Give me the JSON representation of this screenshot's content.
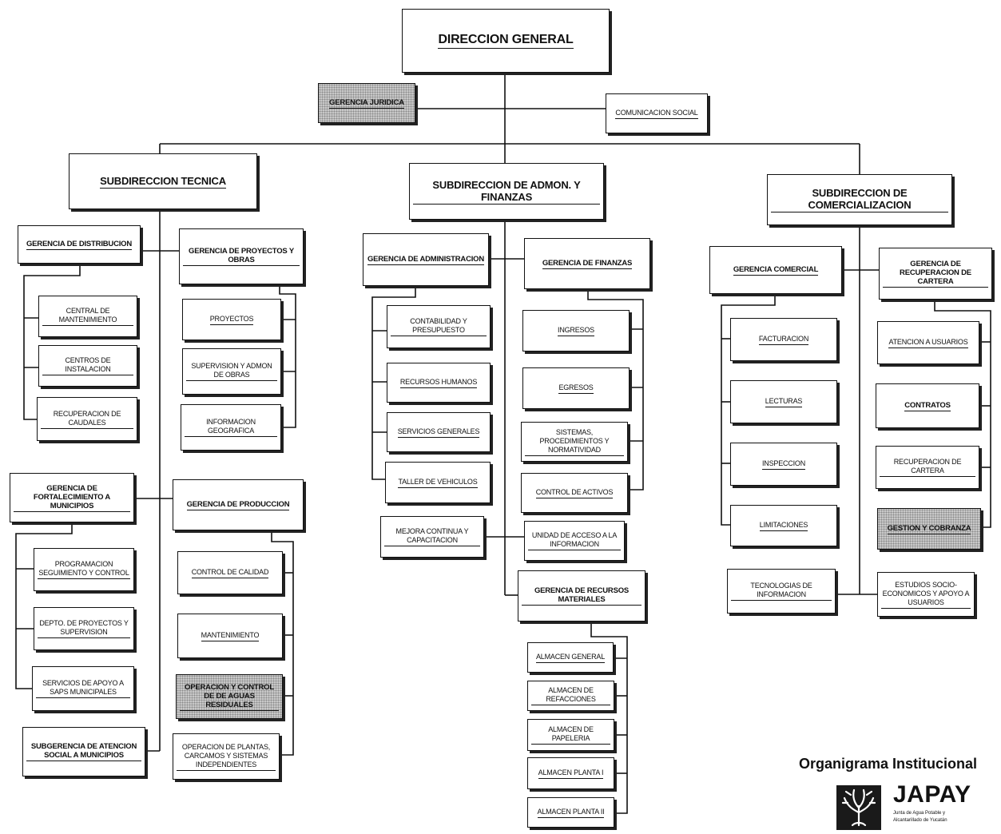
{
  "boxes": [
    {
      "id": "direccion",
      "label": "DIRECCION GENERAL"
    },
    {
      "id": "juridica",
      "label": "GERENCIA JURIDICA"
    },
    {
      "id": "comunicacion",
      "label": "COMUNICACION SOCIAL"
    },
    {
      "id": "sub_tecnica",
      "label": "SUBDIRECCION TECNICA"
    },
    {
      "id": "sub_admon",
      "label": "SUBDIRECCION DE ADMON. Y FINANZAS"
    },
    {
      "id": "sub_comerc",
      "label": "SUBDIRECCION DE COMERCIALIZACION"
    },
    {
      "id": "g_distribucion",
      "label": "GERENCIA DE DISTRIBUCION"
    },
    {
      "id": "g_proyectos",
      "label": "GERENCIA DE PROYECTOS Y OBRAS"
    },
    {
      "id": "centro_mant",
      "label": "CENTRAL DE MANTENIMIENTO"
    },
    {
      "id": "centros_inst",
      "label": "CENTROS DE INSTALACION"
    },
    {
      "id": "recup_caudales",
      "label": "RECUPERACION DE CAUDALES"
    },
    {
      "id": "proyectos",
      "label": "PROYECTOS"
    },
    {
      "id": "supervision",
      "label": "SUPERVISION Y ADMON DE OBRAS"
    },
    {
      "id": "info_geo",
      "label": "INFORMACION GEOGRAFICA"
    },
    {
      "id": "g_fortalecimiento",
      "label": "GERENCIA DE FORTALECIMIENTO A MUNICIPIOS"
    },
    {
      "id": "g_produccion",
      "label": "GERENCIA DE PRODUCCION"
    },
    {
      "id": "programacion",
      "label": "PROGRAMACION SEGUIMIENTO Y CONTROL"
    },
    {
      "id": "depto_proy",
      "label": "DEPTO. DE PROYECTOS Y SUPERVISION"
    },
    {
      "id": "servicios_apoyo",
      "label": "SERVICIOS DE APOYO A SAPS MUNICIPALES"
    },
    {
      "id": "subg_atencion",
      "label": "SUBGERENCIA DE ATENCION SOCIAL A MUNICIPIOS"
    },
    {
      "id": "control_calidad",
      "label": "CONTROL DE CALIDAD"
    },
    {
      "id": "mantenimiento",
      "label": "MANTENIMIENTO"
    },
    {
      "id": "operacion_aguas",
      "label": "OPERACION Y CONTROL DE DE AGUAS RESIDUALES"
    },
    {
      "id": "operacion_plantas",
      "label": "OPERACION DE PLANTAS, CARCAMOS Y SISTEMAS INDEPENDIENTES"
    },
    {
      "id": "g_administracion",
      "label": "GERENCIA DE ADMINISTRACION"
    },
    {
      "id": "g_finanzas",
      "label": "GERENCIA DE FINANZAS"
    },
    {
      "id": "contabilidad",
      "label": "CONTABILIDAD Y PRESUPUESTO"
    },
    {
      "id": "recursos_humanos",
      "label": "RECURSOS HUMANOS"
    },
    {
      "id": "servicios_generales",
      "label": "SERVICIOS GENERALES"
    },
    {
      "id": "taller",
      "label": "TALLER DE VEHICULOS"
    },
    {
      "id": "mejora",
      "label": "MEJORA CONTINUA Y CAPACITACION"
    },
    {
      "id": "ingresos",
      "label": "INGRESOS"
    },
    {
      "id": "egresos",
      "label": "EGRESOS"
    },
    {
      "id": "sistemas",
      "label": "SISTEMAS, PROCEDIMIENTOS Y NORMATIVIDAD"
    },
    {
      "id": "control_activos",
      "label": "CONTROL DE ACTIVOS"
    },
    {
      "id": "unidad_acceso",
      "label": "UNIDAD DE ACCESO A LA INFORMACION"
    },
    {
      "id": "g_recursos_mat",
      "label": "GERENCIA DE RECURSOS MATERIALES"
    },
    {
      "id": "almacen_general",
      "label": "ALMACEN GENERAL"
    },
    {
      "id": "almacen_refacciones",
      "label": "ALMACEN DE REFACCIONES"
    },
    {
      "id": "almacen_papeleria",
      "label": "ALMACEN DE PAPELERIA"
    },
    {
      "id": "almacen_planta1",
      "label": "ALMACEN PLANTA I"
    },
    {
      "id": "almacen_planta2",
      "label": "ALMACEN PLANTA II"
    },
    {
      "id": "g_comercial",
      "label": "GERENCIA COMERCIAL"
    },
    {
      "id": "g_recuperacion",
      "label": "GERENCIA DE RECUPERACION DE CARTERA"
    },
    {
      "id": "facturacion",
      "label": "FACTURACION"
    },
    {
      "id": "lecturas",
      "label": "LECTURAS"
    },
    {
      "id": "inspeccion",
      "label": "INSPECCION"
    },
    {
      "id": "limitaciones",
      "label": "LIMITACIONES"
    },
    {
      "id": "tecnologias",
      "label": "TECNOLOGIAS DE INFORMACION"
    },
    {
      "id": "atencion_usuarios",
      "label": "ATENCION A USUARIOS"
    },
    {
      "id": "contratos",
      "label": "CONTRATOS"
    },
    {
      "id": "recup_cartera",
      "label": "RECUPERACION DE CARTERA"
    },
    {
      "id": "gestion_cobranza",
      "label": "GESTION Y COBRANZA"
    },
    {
      "id": "estudios",
      "label": "ESTUDIOS SOCIO-ECONOMICOS Y APOYO A USUARIOS"
    }
  ],
  "colors": {
    "line": "#111111",
    "shade": "#c8c8c8"
  },
  "title": "Organigrama Institucional",
  "logo": {
    "name": "JAPAY",
    "line1": "Junta de Agua Potable y",
    "line2": "Alcantarillado de Yucatán"
  }
}
